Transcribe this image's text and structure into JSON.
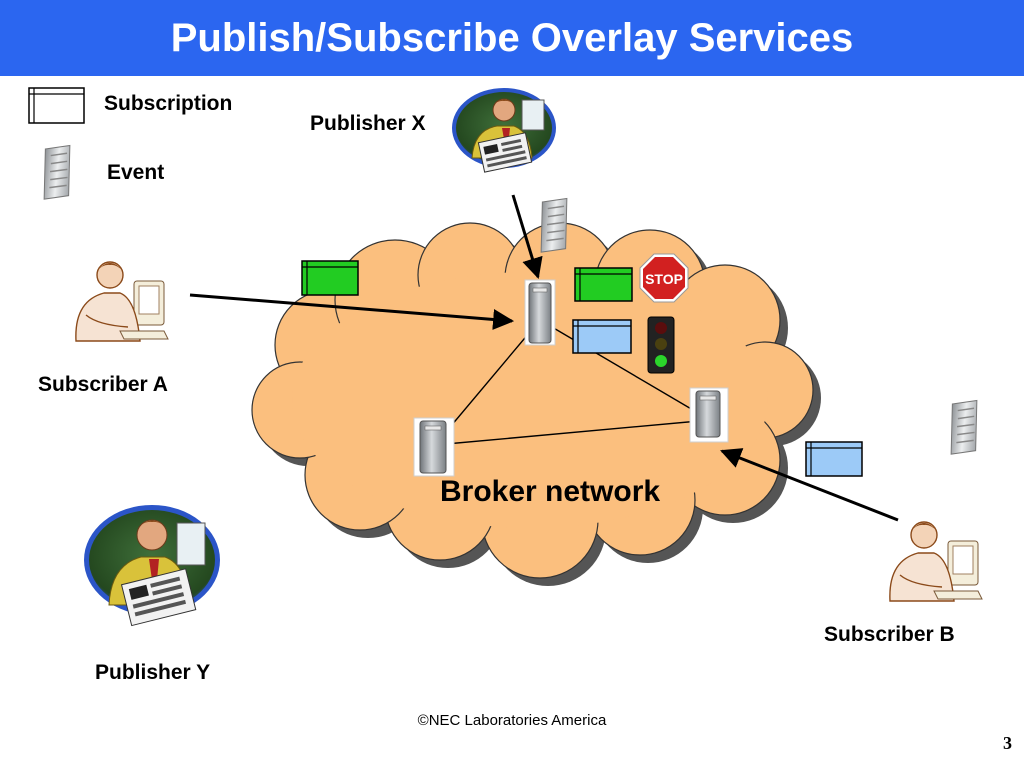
{
  "title": "Publish/Subscribe Overlay Services",
  "legend": {
    "subscription_label": "Subscription",
    "event_label": "Event"
  },
  "labels": {
    "publisher_x": "Publisher X",
    "publisher_y": "Publisher Y",
    "subscriber_a": "Subscriber A",
    "subscriber_b": "Subscriber B",
    "broker_network": "Broker network",
    "stop_sign": "STOP"
  },
  "footer": {
    "copyright": "©NEC Laboratories America",
    "page_number": "3"
  },
  "colors": {
    "title_bar": "#2b66f0",
    "cloud_fill": "#fbbf7e",
    "cloud_shadow": "#555555",
    "subscription_green": "#22cc22",
    "subscription_blue": "#9ccaf7",
    "stop_sign": "#d22020",
    "traffic_light_green": "#2bd52b"
  },
  "icons": [
    "subscription-icon",
    "event-newspaper-icon",
    "person-reading-newspaper-icon",
    "person-at-computer-icon",
    "server-icon",
    "stop-sign-icon",
    "traffic-light-icon"
  ]
}
